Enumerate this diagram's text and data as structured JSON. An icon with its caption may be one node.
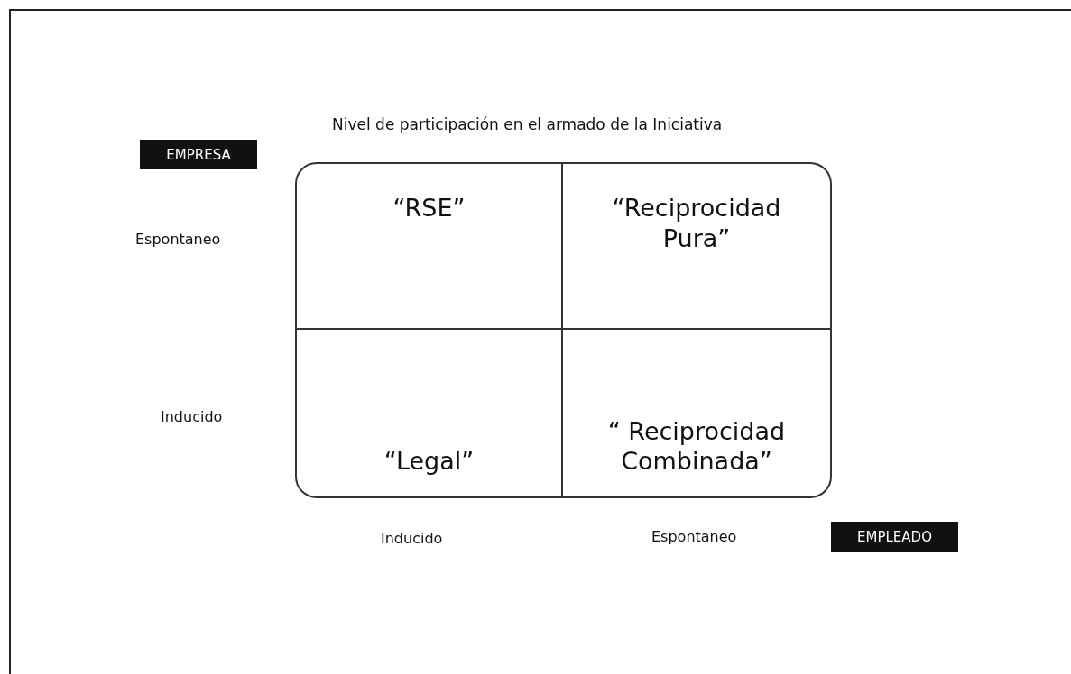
{
  "diagram": {
    "title": "Nivel de participación en el armado de la Iniciativa",
    "nodes": [
      {
        "text": [
          "EMPRESA"
        ]
      },
      {
        "text": [
          "“RSE”"
        ]
      },
      {
        "text": [
          "“Reciprocidad Pura”"
        ]
      },
      {
        "text": [
          "“Legal”"
        ]
      },
      {
        "text": [
          "“ Reciprocidad Combinada”"
        ]
      },
      {
        "text": [
          "EMPLEADO"
        ]
      }
    ],
    "edges": [],
    "labels": [
      "Espontaneo",
      "Inducido",
      "Inducido",
      "Espontaneo"
    ]
  }
}
